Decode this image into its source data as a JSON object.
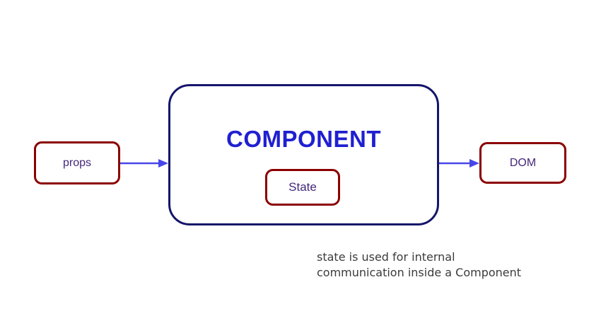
{
  "colors": {
    "background": "#ffffff",
    "box_border_red": "#8B0000",
    "component_border_navy": "#15156b",
    "component_title_blue": "#1f1fd1",
    "label_purple": "#44277B",
    "arrow_blue": "#4646E8",
    "caption_gray": "#3b3b3b"
  },
  "diagram": {
    "props": {
      "label": "props"
    },
    "component": {
      "title": "COMPONENT"
    },
    "state": {
      "label": "State"
    },
    "dom": {
      "label": "DOM"
    },
    "caption": {
      "line1": "state is used for internal",
      "line2": "communication inside a Component"
    }
  }
}
